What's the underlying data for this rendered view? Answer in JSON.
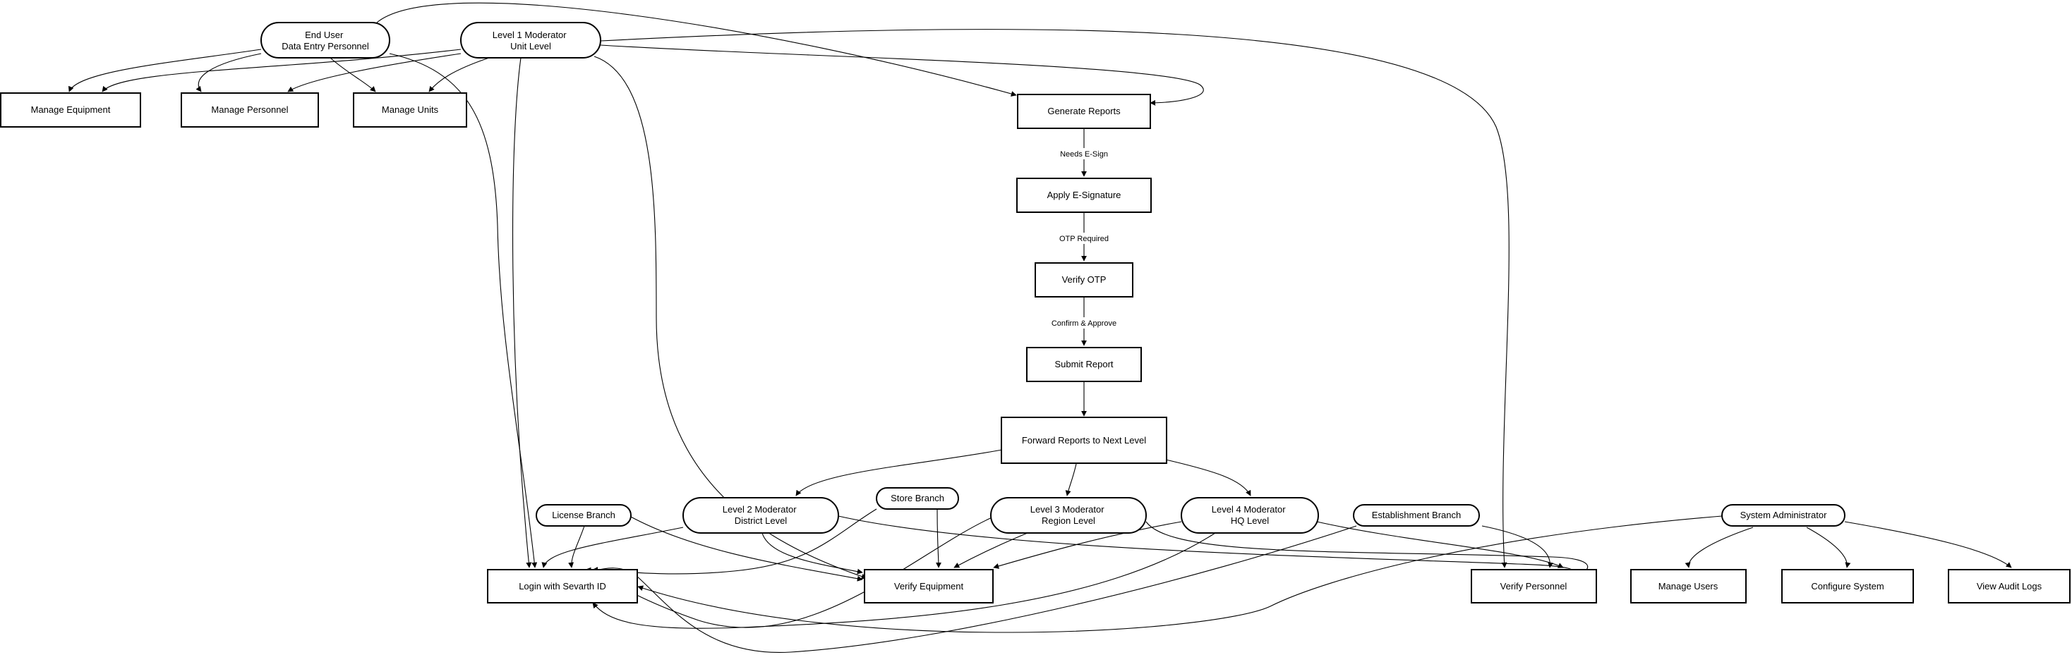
{
  "nodes": {
    "end_user": {
      "lines": [
        "End User",
        "Data Entry Personnel"
      ]
    },
    "l1_moderator": {
      "lines": [
        "Level 1 Moderator",
        "Unit Level"
      ]
    },
    "manage_equipment": {
      "lines": [
        "Manage Equipment"
      ]
    },
    "manage_personnel": {
      "lines": [
        "Manage Personnel"
      ]
    },
    "manage_units": {
      "lines": [
        "Manage Units"
      ]
    },
    "generate_reports": {
      "lines": [
        "Generate Reports"
      ]
    },
    "apply_esign": {
      "lines": [
        "Apply E-Signature"
      ]
    },
    "verify_otp": {
      "lines": [
        "Verify OTP"
      ]
    },
    "submit_report": {
      "lines": [
        "Submit Report"
      ]
    },
    "forward_reports": {
      "lines": [
        "Forward Reports to Next Level"
      ]
    },
    "license_branch": {
      "lines": [
        "License Branch"
      ]
    },
    "l2_moderator": {
      "lines": [
        "Level 2 Moderator",
        "District Level"
      ]
    },
    "store_branch": {
      "lines": [
        "Store Branch"
      ]
    },
    "l3_moderator": {
      "lines": [
        "Level 3 Moderator",
        "Region Level"
      ]
    },
    "l4_moderator": {
      "lines": [
        "Level 4 Moderator",
        "HQ Level"
      ]
    },
    "establishment_branch": {
      "lines": [
        "Establishment Branch"
      ]
    },
    "system_admin": {
      "lines": [
        "System Administrator"
      ]
    },
    "login": {
      "lines": [
        "Login with Sevarth ID"
      ]
    },
    "verify_equipment": {
      "lines": [
        "Verify Equipment"
      ]
    },
    "verify_personnel": {
      "lines": [
        "Verify Personnel"
      ]
    },
    "manage_users": {
      "lines": [
        "Manage Users"
      ]
    },
    "configure_system": {
      "lines": [
        "Configure System"
      ]
    },
    "view_audit_logs": {
      "lines": [
        "View Audit Logs"
      ]
    }
  },
  "edge_labels": {
    "needs_esign": "Needs E-Sign",
    "otp_required": "OTP Required",
    "confirm_approve": "Confirm & Approve"
  }
}
